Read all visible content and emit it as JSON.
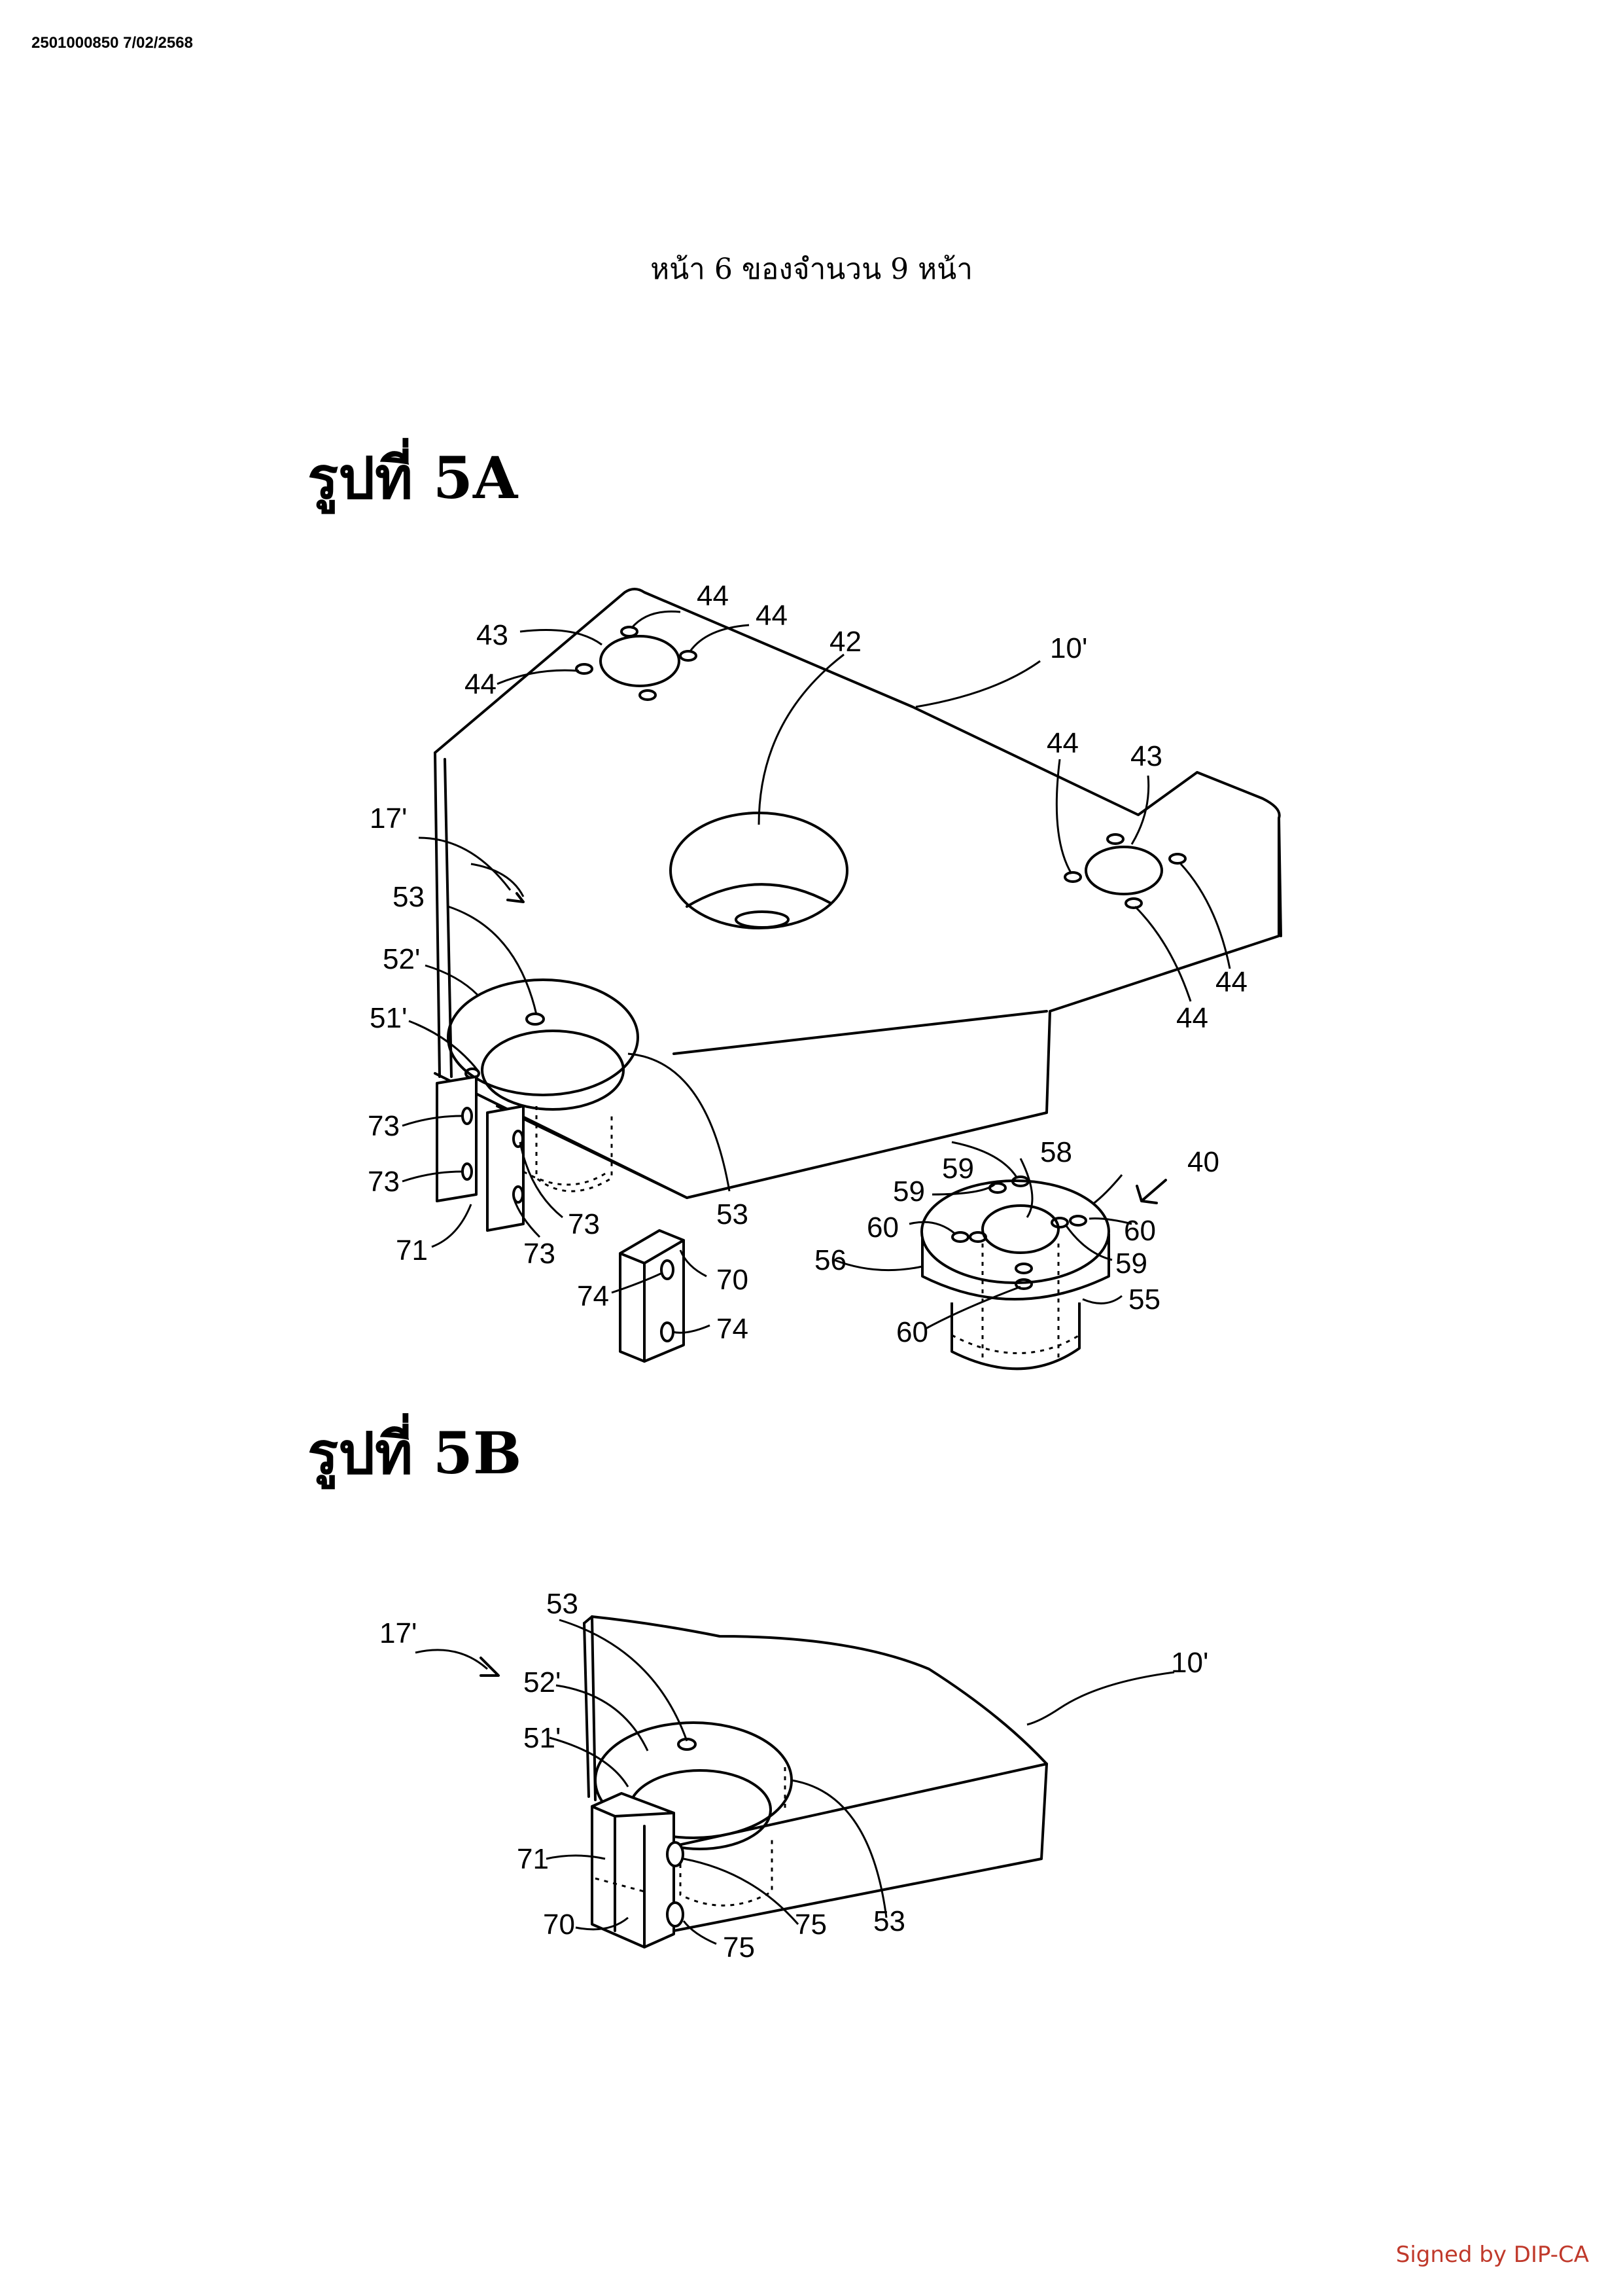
{
  "header": {
    "doc_id": "2501000850 7/02/2568",
    "page_number": "หน้า 6 ของจำนวน 9 หน้า"
  },
  "figure_5a": {
    "title": "รูปที่ 5A",
    "labels": {
      "l44a": "44",
      "l44b": "44",
      "l44c": "44",
      "l44d": "44",
      "l44e": "44",
      "l44f": "44",
      "l43a": "43",
      "l43b": "43",
      "l42": "42",
      "l10": "10'",
      "l17": "17'",
      "l53a": "53",
      "l53b": "53",
      "l52": "52'",
      "l51": "51'",
      "l73a": "73",
      "l73b": "73",
      "l73c": "73",
      "l73d": "73",
      "l71": "71",
      "l74a": "74",
      "l74b": "74",
      "l70": "70",
      "l59a": "59",
      "l59b": "59",
      "l59c": "59",
      "l58": "58",
      "l40": "40",
      "l60a": "60",
      "l60b": "60",
      "l60c": "60",
      "l56": "56",
      "l55": "55"
    }
  },
  "figure_5b": {
    "title": "รูปที่ 5B",
    "labels": {
      "l17": "17'",
      "l53a": "53",
      "l53b": "53",
      "l52": "52'",
      "l51": "51'",
      "l10": "10'",
      "l71": "71",
      "l70": "70",
      "l75a": "75",
      "l75b": "75"
    }
  },
  "footer": {
    "signature": "Signed by DIP-CA"
  }
}
